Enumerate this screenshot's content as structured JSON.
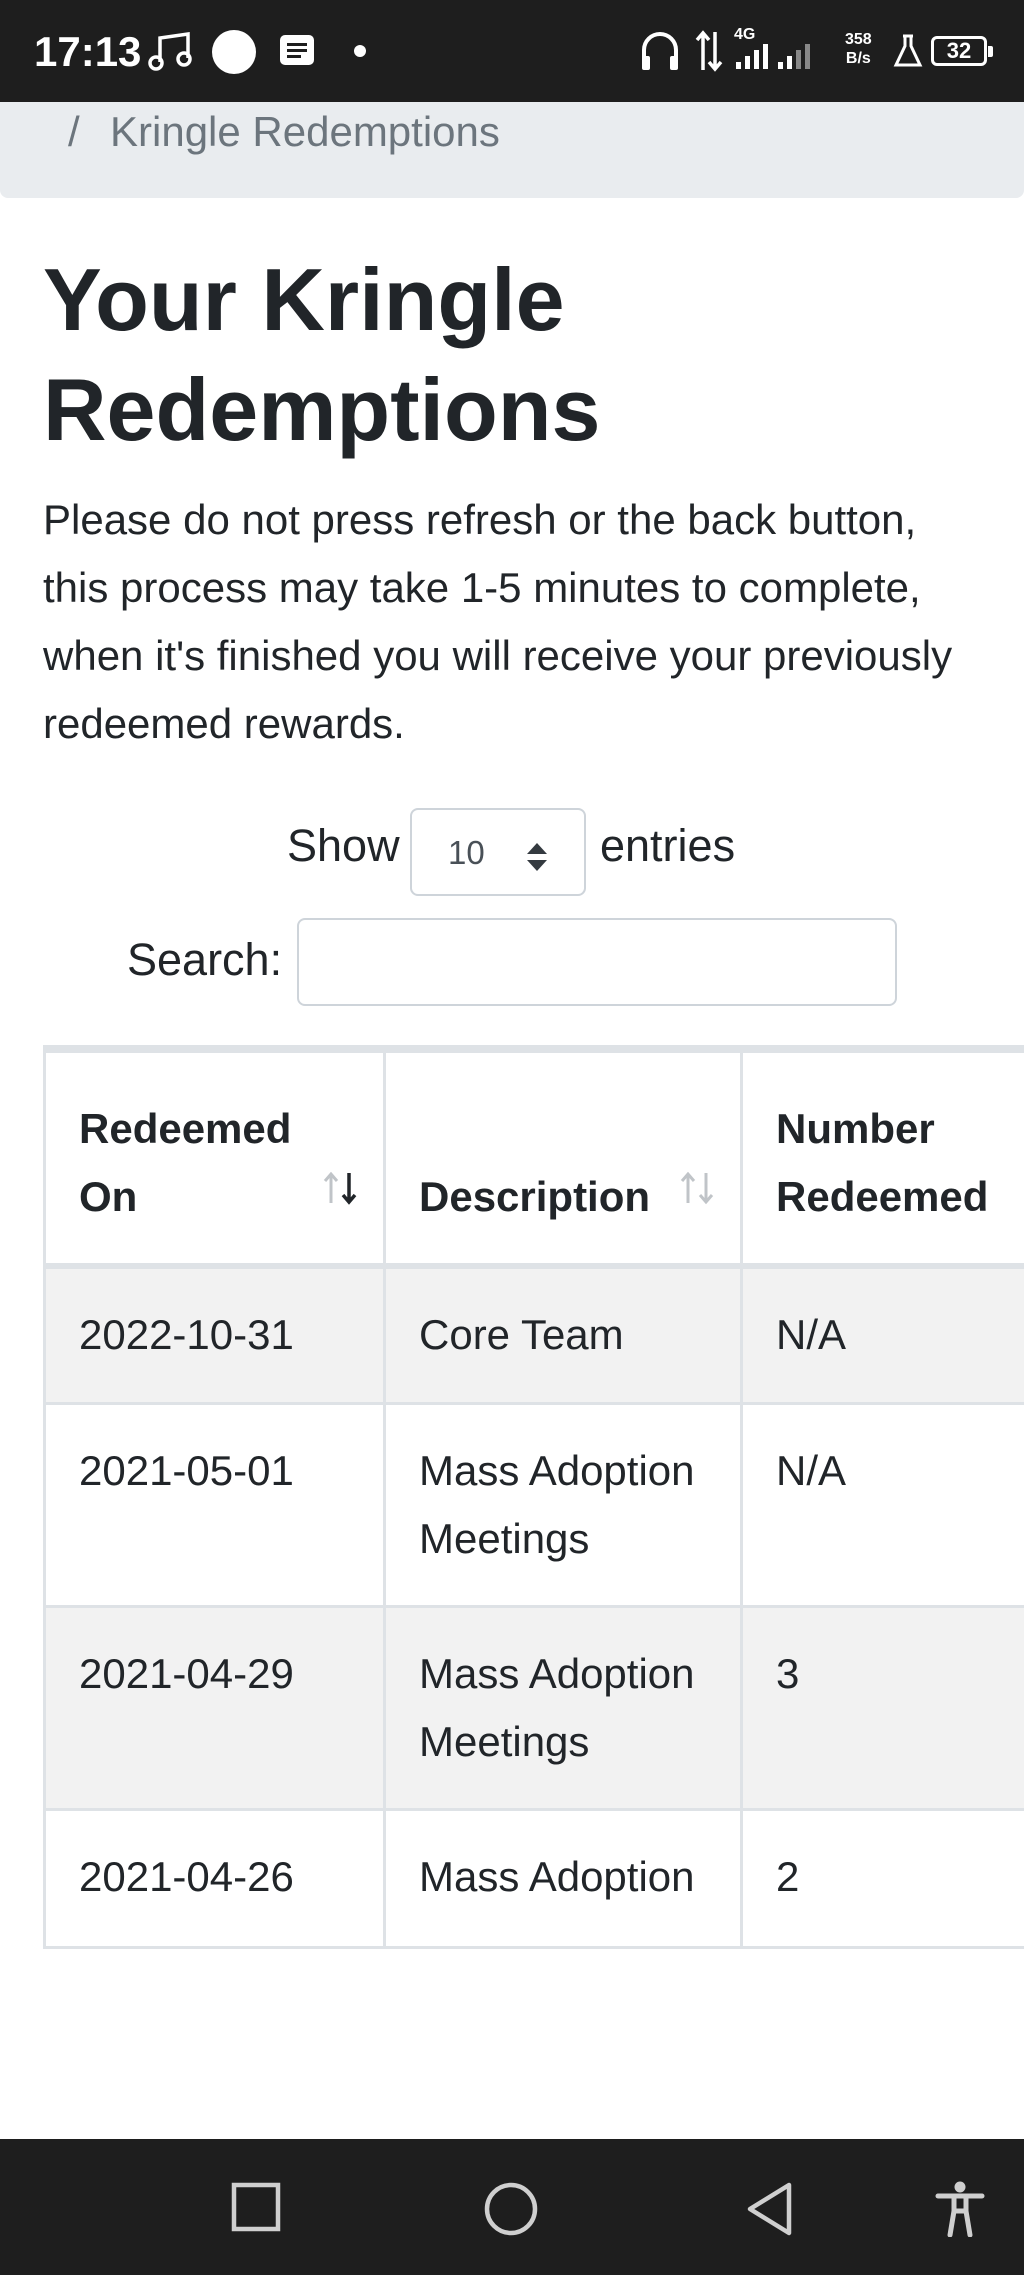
{
  "status_bar": {
    "time": "17:13",
    "net_speed_value": "358",
    "net_speed_unit": "B/s",
    "signal_label": "4G",
    "battery": "32"
  },
  "breadcrumb": {
    "separator": "/",
    "active": "Kringle Redemptions"
  },
  "page": {
    "title": "Your Kringle Redemptions",
    "notice": "Please do not press refresh or the back button, this process may take 1-5 minutes to complete, when it's finished you will receive your previously redeemed rewards."
  },
  "table_controls": {
    "show_label": "Show",
    "page_length": "10",
    "entries_label": "entries",
    "search_label": "Search:",
    "search_value": ""
  },
  "table": {
    "headers": [
      "Redeemed On",
      "Description",
      "Number Redeemed"
    ],
    "rows": [
      {
        "date": "2022-10-31",
        "description": "Core Team",
        "number": "N/A"
      },
      {
        "date": "2021-05-01",
        "description": "Mass Adoption Meetings",
        "number": "N/A"
      },
      {
        "date": "2021-04-29",
        "description": "Mass Adoption Meetings",
        "number": "3"
      },
      {
        "date": "2021-04-26",
        "description": "Mass Adoption",
        "number": "2"
      }
    ]
  },
  "colors": {
    "status_bar_bg": "#1e1e1e",
    "breadcrumb_bg": "#e9ecef",
    "striped_row_bg": "#f2f2f2",
    "text": "#212529"
  },
  "icons": {
    "status_left": [
      "music-notes-icon",
      "circle-icon",
      "message-icon",
      "dot-icon"
    ],
    "status_right": [
      "headphones-icon",
      "data-transfer-icon",
      "signal-icon",
      "signal-icon",
      "flask-icon",
      "battery-icon"
    ],
    "nav": [
      "recents-icon",
      "home-icon",
      "back-icon",
      "accessibility-icon"
    ]
  }
}
